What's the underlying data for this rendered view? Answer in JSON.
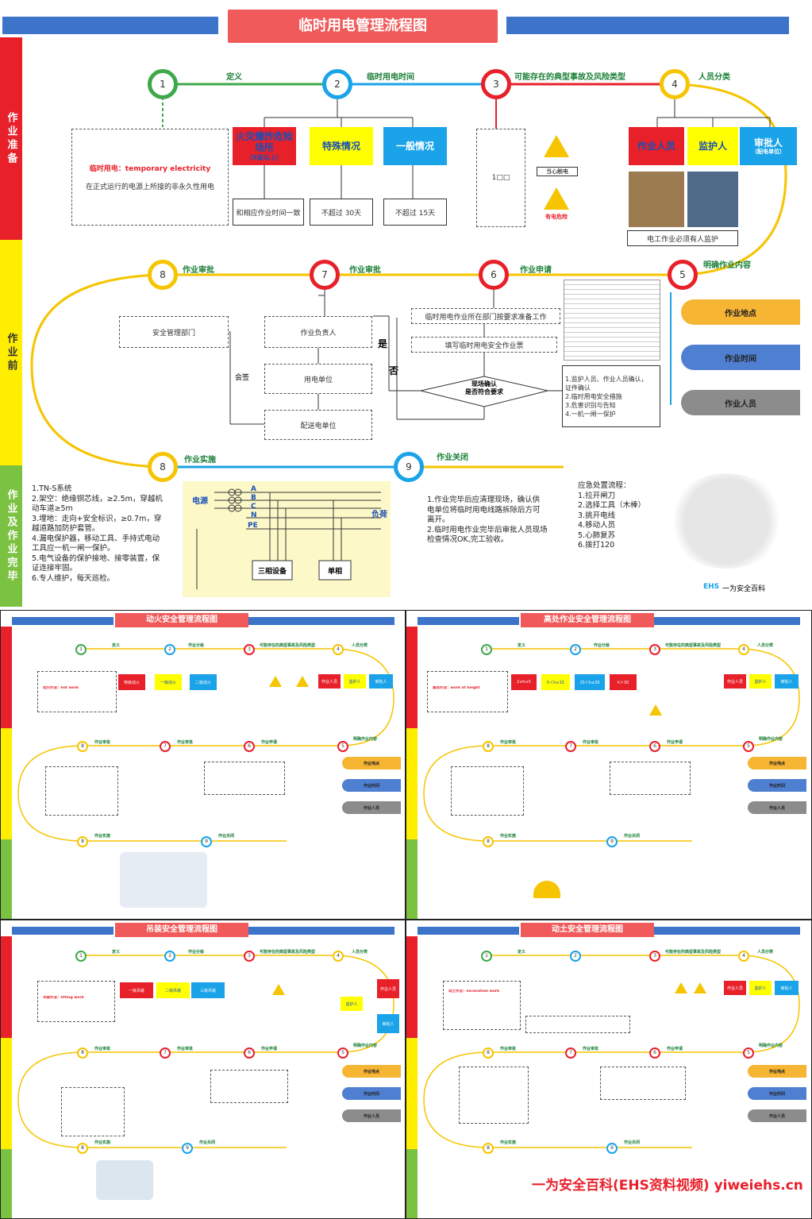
{
  "main": {
    "title": "临时用电管理流程图",
    "side": [
      "作业准备",
      "作业前",
      "作业及作业完毕"
    ],
    "steps": [
      {
        "num": "1",
        "label": "定义"
      },
      {
        "num": "2",
        "label": "临时用电时间"
      },
      {
        "num": "3",
        "label": "可能存在的典型事故及风险类型"
      },
      {
        "num": "4",
        "label": "人员分类"
      },
      {
        "num": "5",
        "label": "明确作业内容"
      },
      {
        "num": "6",
        "label": "作业申请"
      },
      {
        "num": "7",
        "label": "作业审批"
      },
      {
        "num": "8",
        "label": "作业审批"
      },
      {
        "num": "8",
        "label": "作业实施"
      },
      {
        "num": "9",
        "label": "作业关闭"
      }
    ],
    "definition": {
      "term": "临时用电：temporary electricity",
      "text": "在正式运行的电源上所接的非永久性用电"
    },
    "time_boxes": [
      {
        "label": "火灾爆炸危险场所",
        "sub": "（X级以上）",
        "color": "#e8202a",
        "note": "和相应作业时间一致"
      },
      {
        "label": "特殊情况",
        "color": "#ffff00",
        "note": "不超过 30天"
      },
      {
        "label": "一般情况",
        "color": "#1aa3e8",
        "note": "不超过 15天"
      }
    ],
    "risk_box_text": "1□□",
    "hazards": [
      "当心触电",
      "有电危险"
    ],
    "persons": [
      {
        "label": "作业人员",
        "color": "#e8202a"
      },
      {
        "label": "监护人",
        "color": "#ffff00"
      },
      {
        "label": "审批人",
        "sub": "（配电单位）",
        "color": "#1aa3e8"
      }
    ],
    "persons_note": "电工作业必须有人监护",
    "content_items": [
      {
        "label": "作业地点",
        "color": "#f6b533"
      },
      {
        "label": "作业时间",
        "color": "#4f7fd1"
      },
      {
        "label": "作业人员",
        "color": "#8c8c8c"
      }
    ],
    "apply_boxes": [
      "临时用电作业所在部门按要求准备工作",
      "填写临时用电安全作业票"
    ],
    "decision": "现场确认\n是否符合要求",
    "yes": "是",
    "no": "否",
    "check_list": "1.监护人员、作业人员确认，\n证件确认\n2.临时用电安全措施\n3.危害识别与告知\n4.一机一闸一保护",
    "approve7": [
      "作业负责人",
      "用电单位",
      "配送电单位"
    ],
    "approve8": "安全管理部门",
    "countersign": "会签",
    "impl_text": "1.TN-S系统\n2.架空：绝缘铜芯线，≥2.5m，穿越机\n动车道≥5m\n3.埋地：走向+安全标识，≥0.7m，穿\n越道路加防护套管。\n4.漏电保护器，移动工具、手持式电动\n工具应一机一闸一保护。\n5.电气设备的保护接地、接零装置，保\n证连接牢固。\n6.专人维护，每天巡检。",
    "circuit": {
      "power": "电源",
      "load": "负荷",
      "lines": [
        "A",
        "B",
        "C",
        "N",
        "PE"
      ],
      "three_phase": "三相设备",
      "single_phase": "单相"
    },
    "close_text": "1.作业完毕后应清理现场，确认供\n电单位将临时用电线路拆除后方可\n离开。\n2.临时用电作业完毕后审批人员现场\n检查情况OK,完工验收。",
    "emergency": "应急处置流程：\n1.拉开闸刀\n2.选择工具（木棒）\n3.挑开电线\n4.移动人员\n5.心肺复苏\n6.拨打120",
    "logo": "EHS",
    "logo_text": "一为安全百科"
  },
  "panels": [
    {
      "title": "动火安全管理流程图",
      "term": "动火作业：hot work",
      "boxes": [
        {
          "label": "特级动火",
          "color": "#e8202a"
        },
        {
          "label": "一级动火",
          "color": "#ffff00"
        },
        {
          "label": "二级动火",
          "color": "#1aa3e8"
        }
      ]
    },
    {
      "title": "高处作业安全管理流程图",
      "term": "高处作业：work at height",
      "boxes": [
        {
          "label": "2≤h≤5",
          "color": "#e8202a"
        },
        {
          "label": "5＜h≤15",
          "color": "#ffff00"
        },
        {
          "label": "15＜h≤30",
          "color": "#1aa3e8"
        },
        {
          "label": "h＞30",
          "color": "#e8202a"
        }
      ]
    },
    {
      "title": "吊装安全管理流程图",
      "term": "吊装作业：lifting work",
      "boxes": [
        {
          "label": "一级吊装",
          "color": "#e8202a"
        },
        {
          "label": "二级吊装",
          "color": "#ffff00"
        },
        {
          "label": "三级吊装",
          "color": "#1aa3e8"
        }
      ]
    },
    {
      "title": "动土安全管理流程图",
      "term": "动土作业：excavation work",
      "boxes": []
    }
  ],
  "mini_labels": {
    "s1": "定义",
    "s2": "作业分级",
    "s3": "可能存在的典型事故及风险类型",
    "s4": "人员分类",
    "s5": "明确作业内容",
    "s6": "作业申请",
    "s7": "作业审批",
    "s8": "作业审批",
    "s9": "作业实施",
    "s10": "作业关闭",
    "persons": [
      "作业人员",
      "监护人",
      "审批人"
    ],
    "items": [
      "作业地点",
      "作业时间",
      "作业人员"
    ]
  },
  "watermark": "一为安全百科(EHS资料视频) yiweiehs.cn"
}
